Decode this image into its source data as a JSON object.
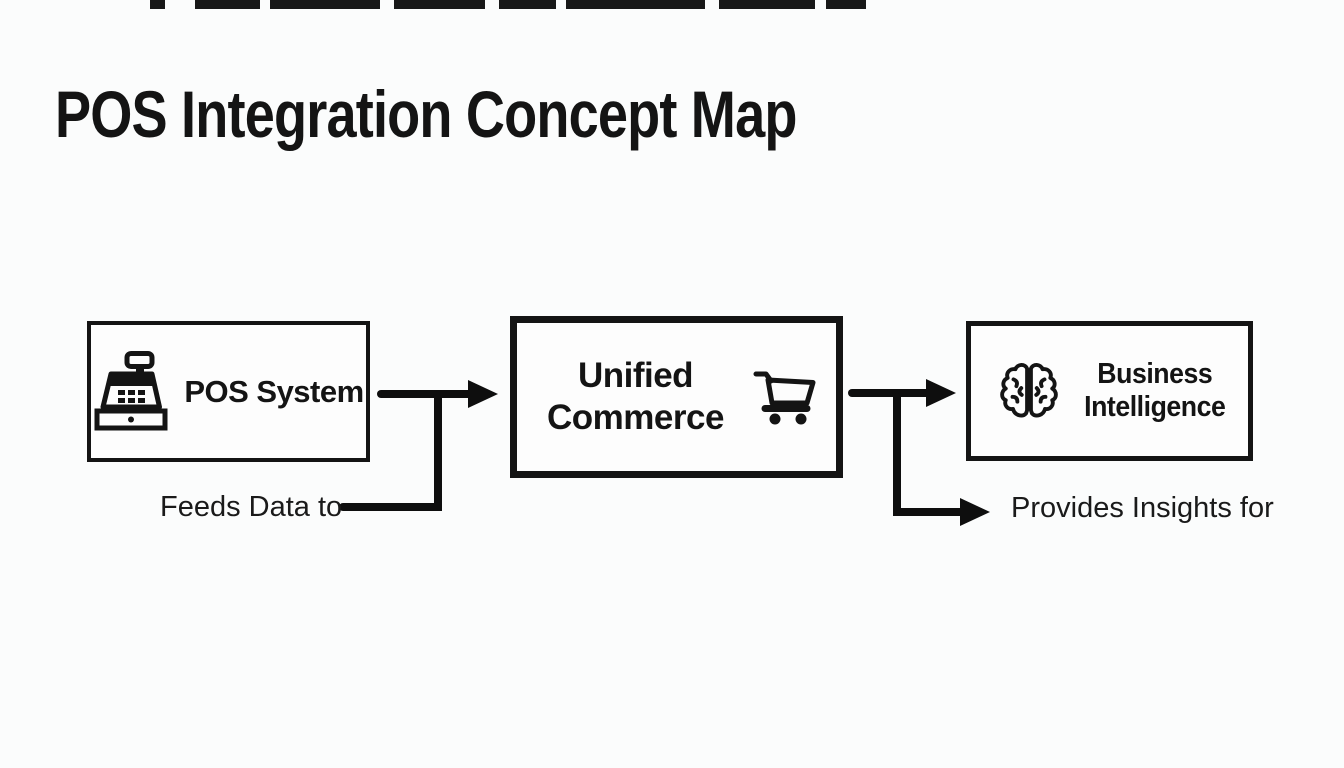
{
  "page": {
    "title": "POS Integration Concept Map",
    "colors": {
      "background": "#fbfcfc",
      "ink": "#141414",
      "box_fill": "#fdfdfd",
      "arrow": "#0e0e0e"
    }
  },
  "diagram": {
    "nodes": [
      {
        "id": "pos-system",
        "label": "POS System",
        "icon": "cash-register-icon"
      },
      {
        "id": "unified-commerce",
        "line1": "Unified",
        "line2": "Commerce",
        "icon": "shopping-cart-icon"
      },
      {
        "id": "business-intelligence",
        "line1": "Business",
        "line2": "Intelligence",
        "icon": "brain-icon"
      }
    ],
    "edges": [
      {
        "from": "POS System",
        "to": "Unified Commerce",
        "label": "Feeds Data to"
      },
      {
        "from": "Unified Commerce",
        "to": "Business Intelligence",
        "label": "Provides Insights for"
      }
    ]
  }
}
